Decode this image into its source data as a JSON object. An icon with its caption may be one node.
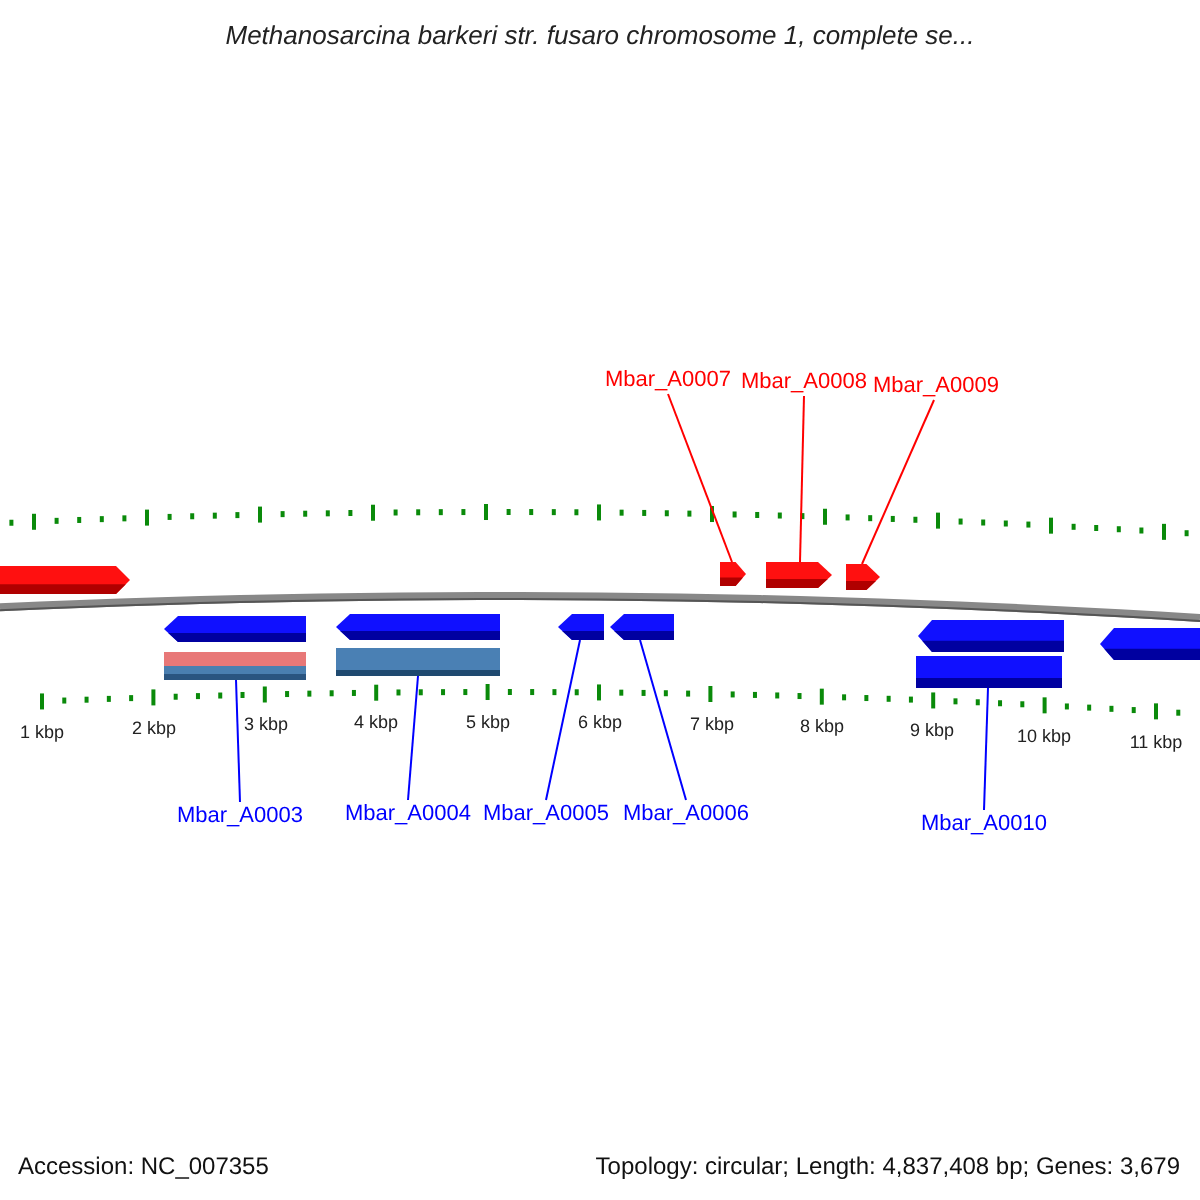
{
  "diagram": {
    "title": "Methanosarcina barkeri str. fusaro chromosome 1, complete se...",
    "nodes": [
      {
        "text": [
          "Mbar_A0007"
        ]
      },
      {
        "text": [
          "Mbar_A0008"
        ]
      },
      {
        "text": [
          "Mbar_A0009"
        ]
      },
      {
        "text": [],
        "shape": "pentagon"
      },
      {
        "text": [],
        "shape": "pentagon"
      },
      {
        "text": [],
        "shape": "pentagon"
      },
      {
        "text": [],
        "shape": "pentagon"
      },
      {
        "text": [],
        "shape": "pentagon"
      },
      {
        "text": [],
        "shape": "bar"
      },
      {
        "text": [],
        "shape": "pentagon"
      },
      {
        "text": [],
        "shape": "bar"
      },
      {
        "text": [],
        "shape": "pentagon"
      },
      {
        "text": [],
        "shape": "pentagon"
      },
      {
        "text": [],
        "shape": "pentagon"
      },
      {
        "text": [],
        "shape": "bar"
      },
      {
        "text": [],
        "shape": "pentagon"
      },
      {
        "text": [
          "Mbar_A0003"
        ]
      },
      {
        "text": [
          "Mbar_A0004"
        ]
      },
      {
        "text": [
          "Mbar_A0005"
        ]
      },
      {
        "text": [
          "Mbar_A0006"
        ]
      },
      {
        "text": [
          "Mbar_A0010"
        ]
      }
    ],
    "edges": [
      {
        "from": 0,
        "to": 4,
        "arrow": "none",
        "color": "#ff0000"
      },
      {
        "from": 1,
        "to": 5,
        "arrow": "none",
        "color": "#ff0000"
      },
      {
        "from": 2,
        "to": 6,
        "arrow": "none",
        "color": "#ff0000"
      },
      {
        "from": 16,
        "to": 8,
        "arrow": "none"
      },
      {
        "from": 17,
        "to": 10,
        "arrow": "none"
      },
      {
        "from": 18,
        "to": 11,
        "arrow": "none"
      },
      {
        "from": 19,
        "to": 12,
        "arrow": "none"
      },
      {
        "from": 20,
        "to": 14,
        "arrow": "none"
      }
    ],
    "labels": [
      "1 kbp",
      "2 kbp",
      "3 kbp",
      "4 kbp",
      "5 kbp",
      "6 kbp",
      "7 kbp",
      "8 kbp",
      "9 kbp",
      "10 kbp",
      "11 kbp",
      "Accession: NC_007355",
      "Topology: circular; Length: 4,837,408 bp; Genes: 3,679"
    ]
  }
}
